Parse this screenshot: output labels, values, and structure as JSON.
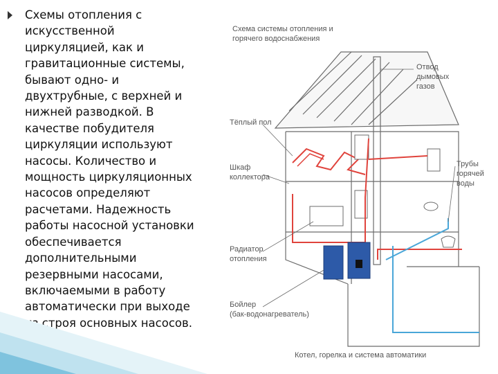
{
  "slide": {
    "body": "Схемы отопления с\nискусственной\nциркуляцией, как и\nгравитационные системы,\nбывают одно- и\nдвухтрубные, с верхней и\nнижней разводкой. В\nкачестве побудителя\nциркуляции используют\nнасосы. Количество и\nмощность циркуляционных\nнасосов определяют\nрасчетами. Надежность\nработы насосной установки\nобеспечивается\nдополнительными\nрезервными насосами,\nвключаемыми в работу\nавтоматически при выходе\nиз строя основных насосов."
  },
  "diagram": {
    "title_line1": "Схема системы отопления и",
    "title_line2": "горячего водоснабжения",
    "labels": {
      "chimney_1": "Отвод",
      "chimney_2": "дымовых",
      "chimney_3": "газов",
      "warm_floor": "Тёплый пол",
      "manifold_1": "Шкаф",
      "manifold_2": "коллектора",
      "hot_pipes_1": "Трубы",
      "hot_pipes_2": "горячей",
      "hot_pipes_3": "воды",
      "radiator_1": "Радиатор",
      "radiator_2": "отопления",
      "boiler_1": "Бойлер",
      "boiler_2": "(бак-водонагреватель)",
      "bottom": "Котел, горелка и система автоматики"
    },
    "colors": {
      "hot_pipe": "#e0433c",
      "cold_pipe": "#49a6d8",
      "boiler": "#2d5aa8",
      "line": "#6b6b6b"
    }
  }
}
